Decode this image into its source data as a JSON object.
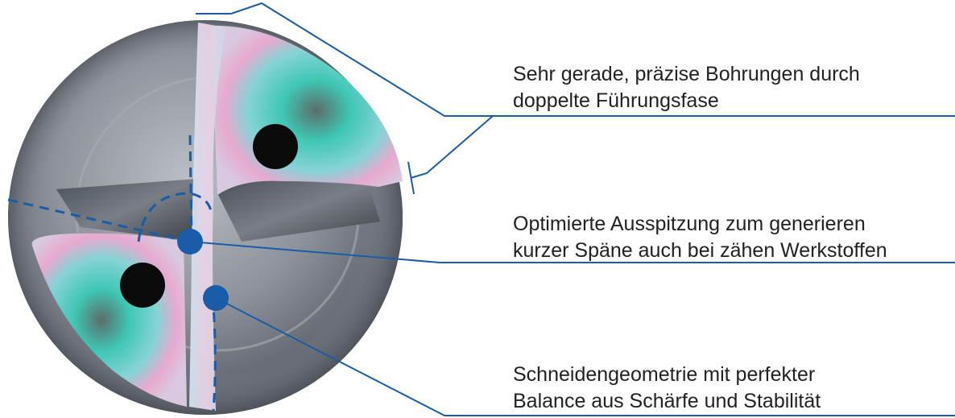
{
  "colors": {
    "accent": "#1a5ca8",
    "drill_body": "#8a8f98",
    "coolant_hole": "#0a0a0a",
    "coating_teal": "#3fc7b4",
    "coating_pink": "#e7a9cf"
  },
  "callouts": [
    {
      "id": "guide-chamfer",
      "line1": "Sehr gerade, präzise Bohrungen durch",
      "line2": "doppelte Führungsfase"
    },
    {
      "id": "point-thinning",
      "line1": "Optimierte Ausspitzung zum generieren",
      "line2": "kurzer Späne auch bei zähen Werkstoffen"
    },
    {
      "id": "cutting-geometry",
      "line1": "Schneidengeometrie mit perfekter",
      "line2": "Balance aus Schärfe und Stabilität"
    }
  ]
}
